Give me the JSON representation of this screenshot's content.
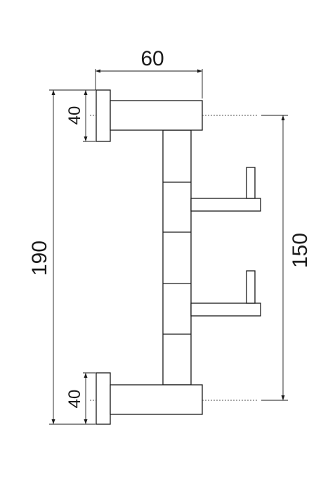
{
  "dimensions": {
    "width_label": "60",
    "total_height_label": "190",
    "hook_spacing_label": "150",
    "top_flange_label": "40",
    "bottom_flange_label": "40"
  }
}
